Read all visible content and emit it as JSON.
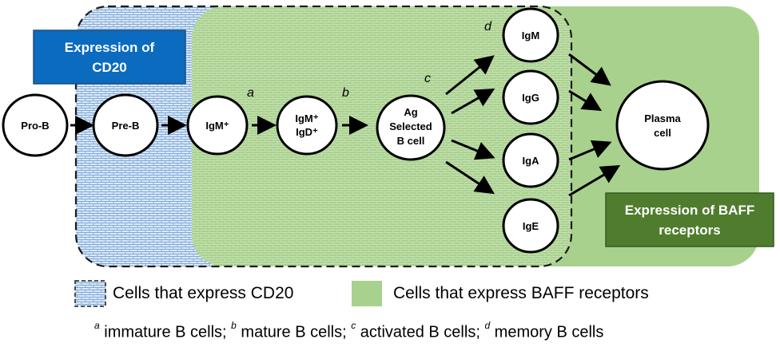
{
  "boxes": {
    "cd20_title_line1": "Expression of",
    "cd20_title_line2": "CD20",
    "baff_title_line1": "Expression of BAFF",
    "baff_title_line2": "receptors"
  },
  "cells": {
    "pro_b": "Pro-B",
    "pre_b": "Pre-B",
    "igm_plus": "IgM⁺",
    "igm_igd_line1": "IgM⁺",
    "igm_igd_line2": "IgD⁺",
    "ag_line1": "Ag",
    "ag_line2": "Selected",
    "ag_line3": "B cell",
    "igm": "IgM",
    "igg": "IgG",
    "iga": "IgA",
    "ige": "IgE",
    "plasma_line1": "Plasma",
    "plasma_line2": "cell"
  },
  "step_letters": {
    "a": "a",
    "b": "b",
    "c": "c",
    "d": "d"
  },
  "legend": {
    "cd20": "Cells that express CD20",
    "baff": "Cells that express BAFF receptors"
  },
  "footnote": {
    "a_mark": "a",
    "a_text": " immature B cells; ",
    "b_mark": "b",
    "b_text": " mature B cells; ",
    "c_mark": "c",
    "c_text": " activated B cells; ",
    "d_mark": "d",
    "d_text": " memory B cells"
  },
  "colors": {
    "cd20_box": "#0b6bbf",
    "baff_box": "#4f7d2d",
    "green_fill": "#a9d18e",
    "blue_pattern": "#9fc3e8"
  }
}
